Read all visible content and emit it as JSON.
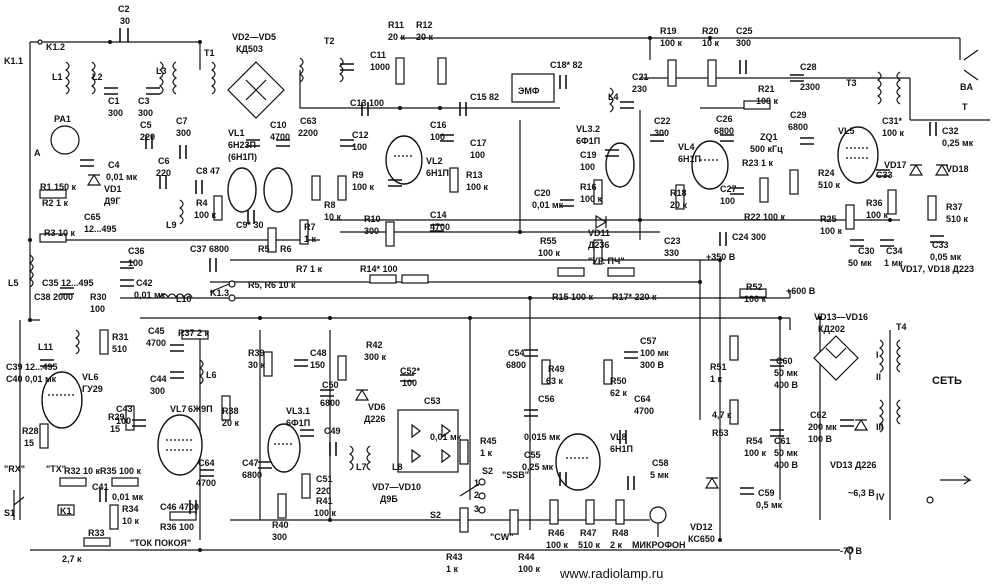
{
  "labels": {
    "k11": "K1.1",
    "k12": "K1.2",
    "k13": "K1.3",
    "k1": "K1",
    "c2": "C2",
    "c2v": "30",
    "l1": "L1",
    "l2": "L2",
    "l3": "L3",
    "c1": "C1",
    "c1v": "300",
    "c3": "C3",
    "c3v": "300",
    "t1": "T1",
    "vd25": "VD2—VD5",
    "kd503": "КД503",
    "t2": "T2",
    "c11": "C11",
    "c11v": "1000",
    "r11": "R11",
    "r11v": "20 к",
    "r12": "R12",
    "r12v": "20 к",
    "c13": "C13 100",
    "c15": "C15 82",
    "c18": "C18* 82",
    "emf": "ЭМФ",
    "l4": "L4",
    "c21": "C21",
    "c21v": "230",
    "r19": "R19",
    "r19v": "100 к",
    "r20": "R20",
    "r20v": "10 к",
    "c25": "C25",
    "c25v": "300",
    "c28": "C28",
    "c28v": "2300",
    "r21": "R21",
    "r21v": "100 к",
    "c26": "C26",
    "c26v": "6800",
    "c29": "C29",
    "c29v": "6800",
    "zq1": "ZQ1",
    "zq1v": "500 кГц",
    "r23": "R23 1 к",
    "t3": "T3",
    "ba": "BA",
    "tt": "T",
    "c31": "C31*",
    "c31v": "100 к",
    "vl5": "VL5",
    "c32": "C32",
    "c32v": "0,25 мк",
    "pa1": "PA1",
    "aa": "A",
    "c4": "C4",
    "c4v": "0,01 мк",
    "r1": "R1 150 к",
    "vd1": "VD1",
    "vd1t": "Д9Г",
    "r2": "R2 1 к",
    "c65": "C65",
    "c65v": "12...495",
    "c5": "C5",
    "c5v": "220",
    "c7": "C7",
    "c7v": "300",
    "c6": "C6",
    "c6v": "220",
    "c8": "C8 47",
    "vl1": "VL1",
    "vl1t": "6Н23П",
    "vl1t2": "(6Н1П)",
    "c10": "C10",
    "c10v": "4700",
    "c63": "C63",
    "c63v": "2200",
    "c12": "C12",
    "c12v": "100",
    "c16": "C16",
    "c16v": "100",
    "vl2": "VL2",
    "vl2t": "6Н1П",
    "c17": "C17",
    "c17v": "100",
    "vl32": "VL3.2",
    "vl32t": "6Ф1П",
    "c19": "C19",
    "c19v": "100",
    "c22": "C22",
    "c22v": "300",
    "vl4": "VL4",
    "vl4t": "6Н1П",
    "c27": "C27",
    "c27v": "100",
    "r18": "R18",
    "r18v": "20 к",
    "r22": "R22 100 к",
    "r24": "R24",
    "r24v": "510 к",
    "r25": "R25",
    "r25v": "100 к",
    "c33a": "C33",
    "r36": "R36",
    "r36v": "100 к",
    "vd17": "VD17",
    "vd18": "VD18",
    "r37": "R37",
    "r37v": "510 к",
    "c30": "C30",
    "c30v": "50 мк",
    "c34": "C34",
    "c34v": "1 мк",
    "c33b": "C33",
    "c33bv": "0,05 мк",
    "vd1718": "VD17, VD18 Д223",
    "r3": "R3 10 к",
    "r4": "R4",
    "r4v": "100 к",
    "l9": "L9",
    "c9": "C9* 30",
    "r5": "R5",
    "r6": "R6",
    "r7": "R7",
    "r7v": "1 к",
    "r8": "R8",
    "r8v": "10 к",
    "r9": "R9",
    "r9v": "100 к",
    "r10": "R10",
    "r10v": "300",
    "c14": "C14",
    "c14v": "4700",
    "r13": "R13",
    "r13v": "100 к",
    "c20": "C20",
    "c20v": "0,01 мк",
    "r16": "R16",
    "r16v": "100 к",
    "vd11": "VD11",
    "vd11t": "Д236",
    "r55": "R55",
    "r55v": "100 к",
    "ur": "\"УР. ПЧ\"",
    "c23": "C23",
    "c23v": "330",
    "c24": "C24 300",
    "p350": "+350 В",
    "l5": "L5",
    "c35": "C35 12...495",
    "c36": "C36",
    "c36v": "100",
    "c37": "C37 6800",
    "r7b": "R7 1 к",
    "r14": "R14* 100",
    "c38": "C38 2000",
    "r30": "R30",
    "r30v": "100",
    "c42": "C42",
    "c42v": "0,01 мк",
    "l10": "L10",
    "r5r6": "R5, R6  10 к",
    "r15": "R15 100 к",
    "r17": "R17* 220 к",
    "p600": "+600 В",
    "r52": "R52",
    "r52v": "100 к",
    "vd1316": "VD13—VD16",
    "kd202": "КД202",
    "t4": "T4",
    "l11": "L11",
    "r31": "R31",
    "r31v": "510",
    "c45": "C45",
    "c45v": "4700",
    "r372": "R37 2 к",
    "c44": "C44",
    "c44v": "300",
    "l6": "L6",
    "vl6": "VL6",
    "vl6t": "ГУ29",
    "c39": "C39 12...495",
    "c40": "C40 0,01 мк",
    "r39": "R39",
    "r39v": "30 к",
    "c48": "C48",
    "c48v": "150",
    "r42": "R42",
    "r42v": "300 к",
    "c52": "C52*",
    "c52v": "100",
    "c50": "C50",
    "c50v": "6800",
    "vd6": "VD6",
    "vd6t": "Д226",
    "c49": "C49",
    "c54": "C54",
    "c54v": "6800",
    "r49": "R49",
    "r49v": "63 к",
    "r50": "R50",
    "r50v": "62 к",
    "c57": "C57",
    "c57v": "100 мк",
    "c57v2": "300 В",
    "c60": "C60",
    "c60v": "50 мк",
    "c60v2": "400 В",
    "r51": "R51",
    "r51v": "1 к",
    "set": "СЕТЬ",
    "c43": "C43",
    "c43v": "100",
    "r29": "R29",
    "r29v": "15",
    "vl7": "VL7",
    "vl7t": "6Ж9П",
    "r38": "R38",
    "r38v": "20 к",
    "c64": "C64",
    "c64v": "4700",
    "c46": "C46  4700",
    "r36b": "R36 100",
    "r28": "R28",
    "r28v": "15",
    "vl31": "VL3.1",
    "vl31t": "6Ф1П",
    "c47": "C47",
    "c47v": "6800",
    "c51": "C51",
    "c51v": "220",
    "r41": "R41",
    "r41v": "100 к",
    "r40": "R40",
    "r40v": "300",
    "l7": "L7",
    "l8": "L8",
    "c53": "C53",
    "c53v": "0,01 мк",
    "vd710": "VD7—VD10",
    "d9b": "Д9Б",
    "r45": "R45",
    "r45v": "1 к",
    "c56": "C56",
    "c56v": "0,015 мк",
    "c55": "C55",
    "c55v": "0,25 мк",
    "c64b": "C64",
    "c64bv": "4700",
    "vl8": "VL8",
    "vl8t": "6Н1П",
    "c58": "C58",
    "c58v": "5 мк",
    "ssb": "\"SSB\"",
    "s2": "S2",
    "s2b": "S2",
    "r53": "R53",
    "r53v": "4,7 к",
    "r54": "R54",
    "r54v": "100 к",
    "c61": "C61",
    "c61v": "50 мк",
    "c61v2": "400 В",
    "c62": "C62",
    "c62v": "200 мк",
    "c62v2": "100 В",
    "vd13": "VD13  Д226",
    "c59": "C59",
    "c59v": "0,5 мк",
    "v63": "~6,3 В",
    "rx": "\"RX\"",
    "tx": "\"TX\"",
    "s1": "S1",
    "r32": "R32 10 к",
    "r35": "R35 100 к",
    "c41": "C41",
    "c41v": "0,01 мк",
    "r34": "R34",
    "r34v": "10 к",
    "r33": "R33",
    "r33v": "2,7 к",
    "tok": "\"ТОК ПОКОЯ\"",
    "cw": "\"CW\"",
    "r43": "R43",
    "r43v": "1 к",
    "r44": "R44",
    "r44v": "100 к",
    "r46": "R46",
    "r46v": "100 к",
    "r47": "R47",
    "r47v": "510 к",
    "r48": "R48",
    "r48v": "2 к",
    "mic": "МИКРОФОН",
    "vd12": "VD12",
    "vd12t": "КС650",
    "m70": "-70 В",
    "ii": "II",
    "iii": "III",
    "iv": "IV",
    "i": "I",
    "ones": "1",
    "twos": "2",
    "threes": "3",
    "url": "www.radiolamp.ru"
  }
}
